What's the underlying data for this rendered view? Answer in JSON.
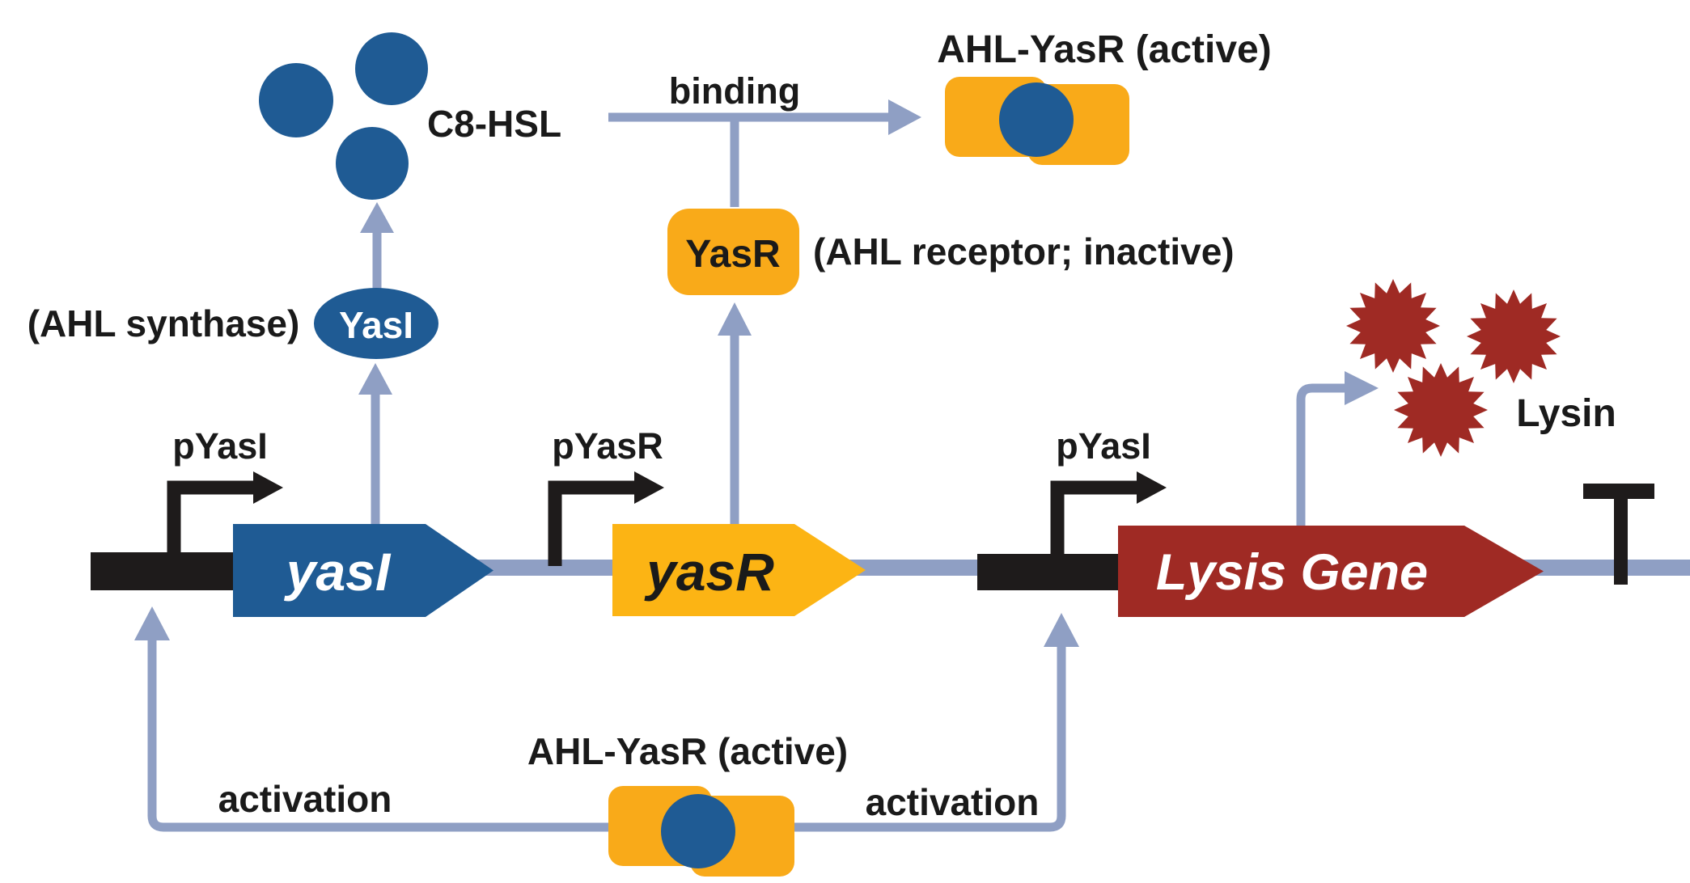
{
  "colors": {
    "blue": "#1f5b94",
    "orange": "#f9aa19",
    "gene_orange": "#fcb414",
    "dark_red": "#9f2a24",
    "arrow_periwinkle": "#8f9fc4",
    "near_black": "#1e1b1b"
  },
  "molecules": {
    "c8_hsl": {
      "label": "C8-HSL"
    },
    "yasi_protein": {
      "label": "YasI",
      "annotation": "(AHL synthase)"
    },
    "yasr_receptor": {
      "label": "YasR",
      "annotation": "(AHL receptor; inactive)"
    },
    "complex_top": {
      "label": "AHL-YasR (active)"
    },
    "complex_bottom": {
      "label": "AHL-YasR (active)"
    },
    "lysin": {
      "label": "Lysin"
    }
  },
  "genes": [
    {
      "name": "yasI",
      "promoter": "pYasI",
      "color": "#1f5b94"
    },
    {
      "name": "yasR",
      "promoter": "pYasR",
      "color": "#fcb414"
    },
    {
      "name": "Lysis Gene",
      "promoter": "pYasI",
      "color": "#9f2a24"
    }
  ],
  "processes": {
    "binding": "binding",
    "activation_left": "activation",
    "activation_right": "activation"
  }
}
